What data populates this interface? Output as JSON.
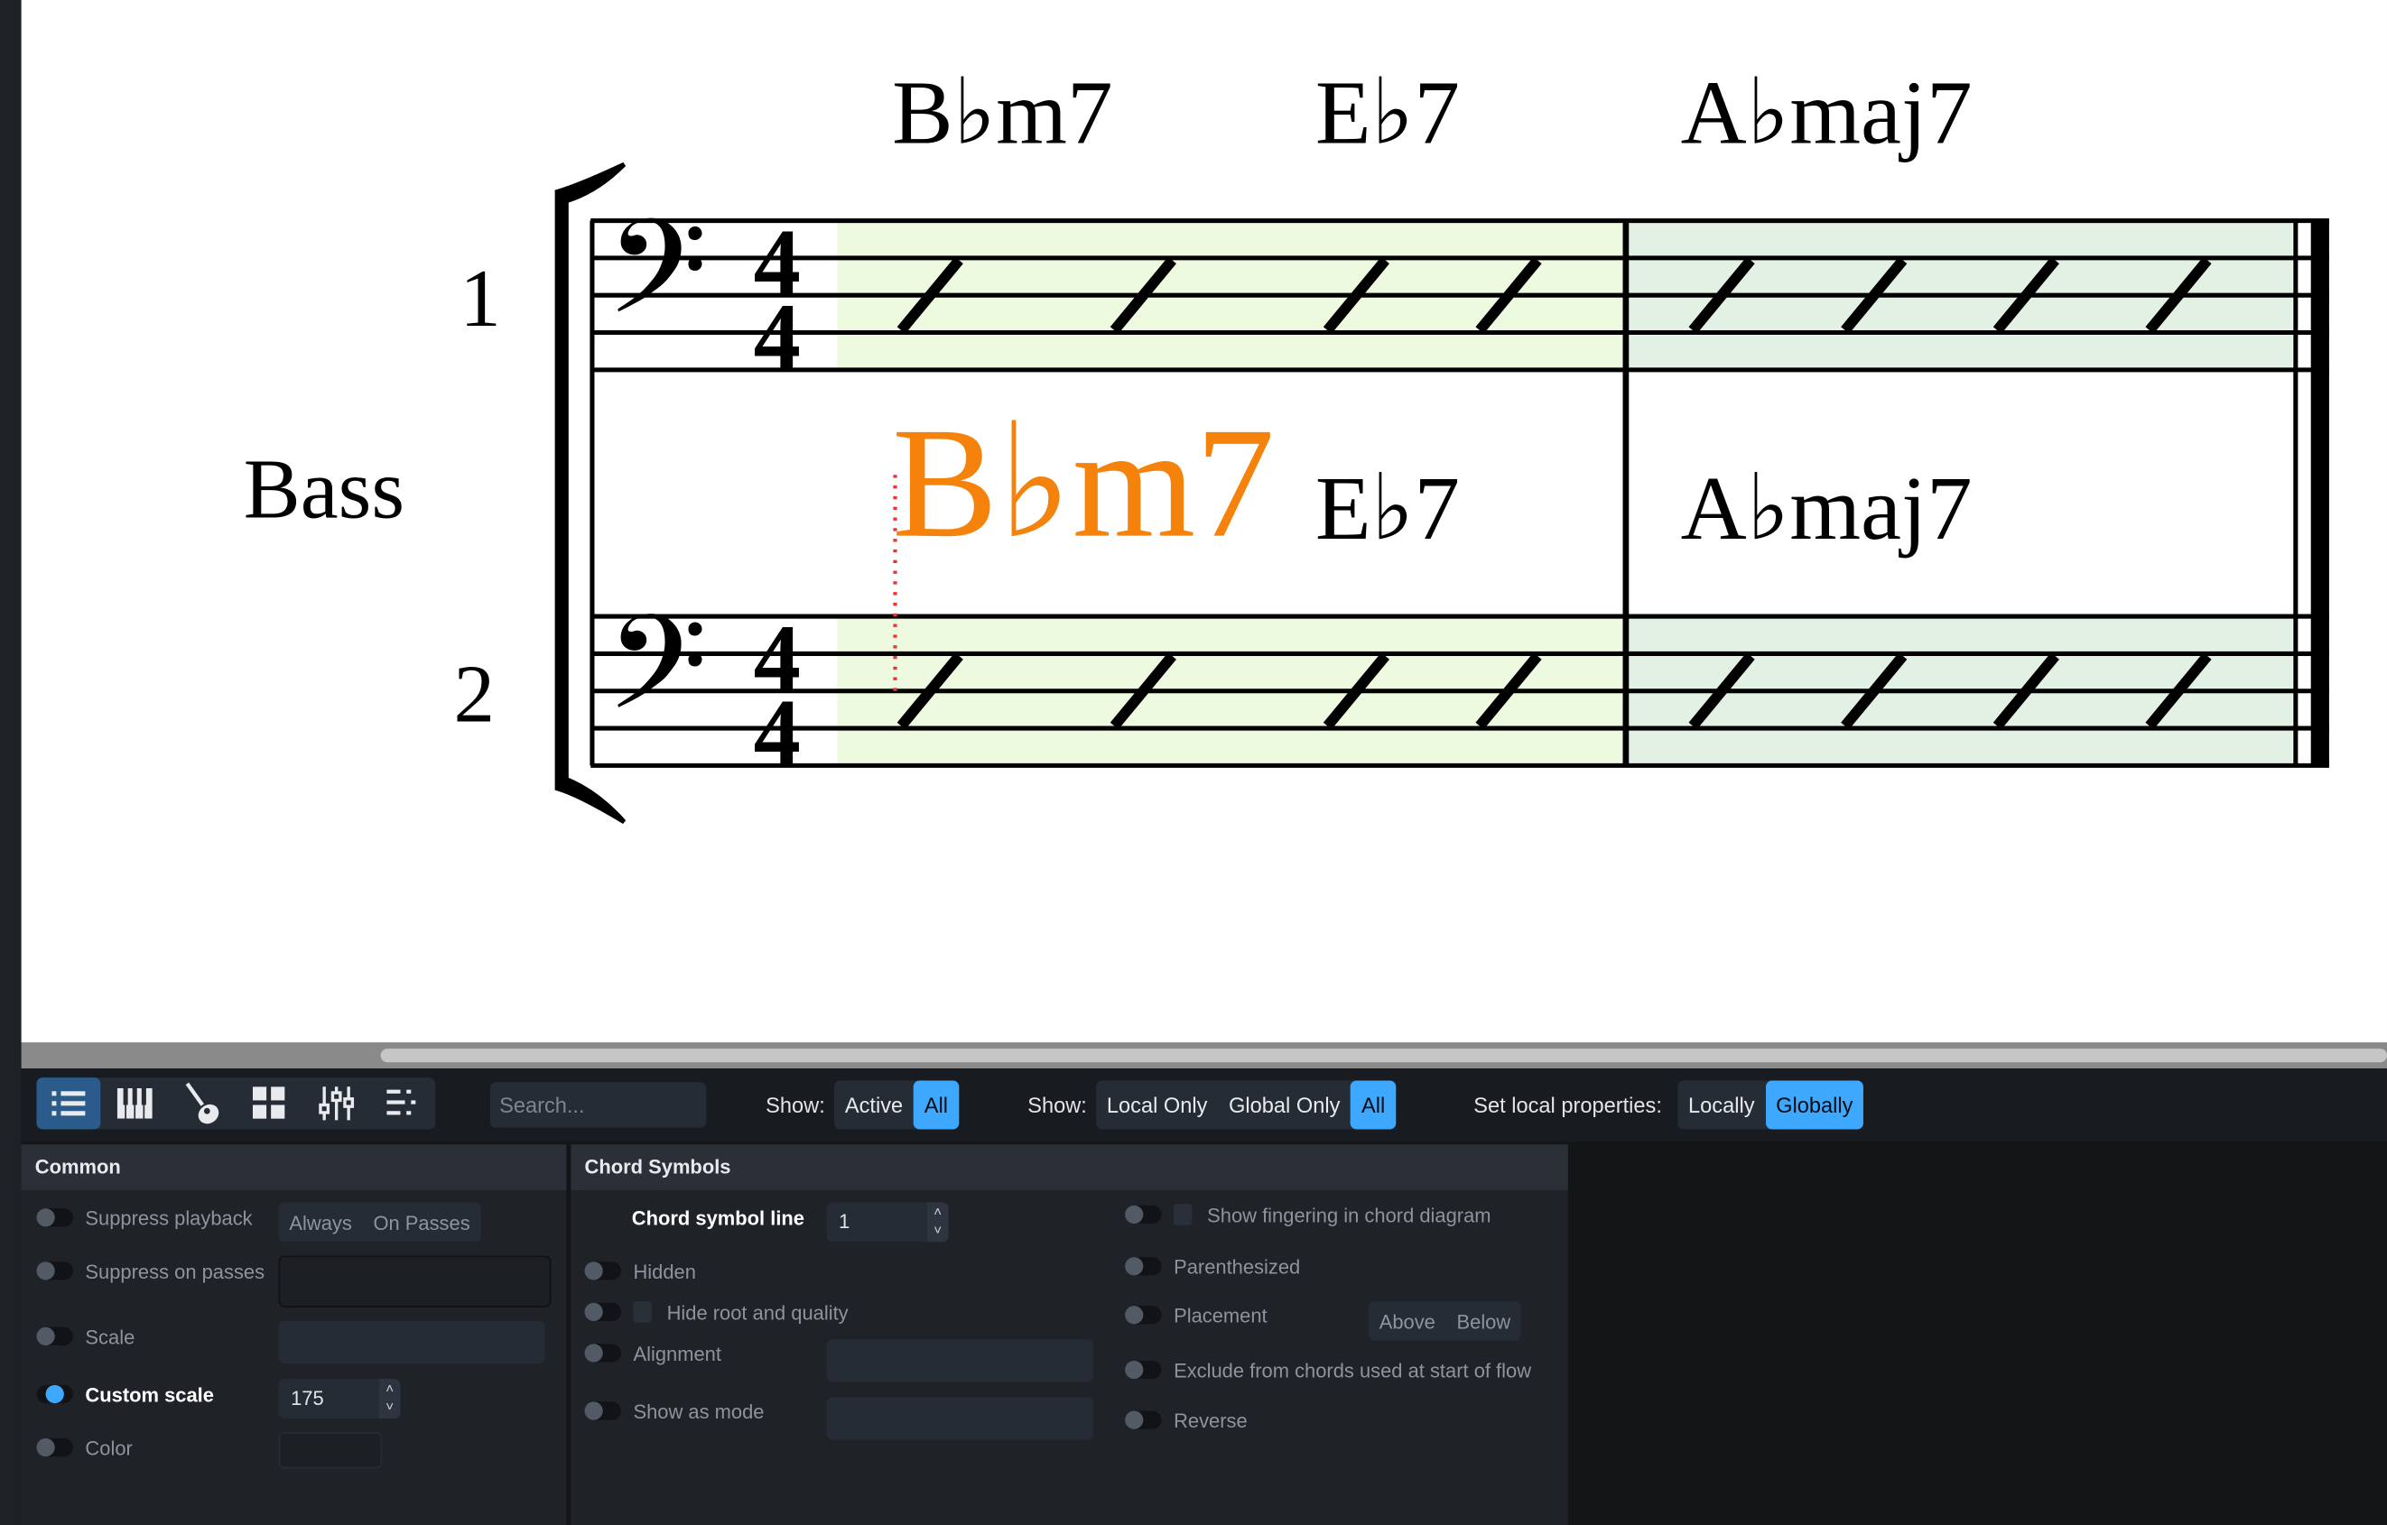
{
  "score": {
    "instrument": "Bass",
    "staff_numbers": [
      "1",
      "2"
    ],
    "time_signature": {
      "numerator": "4",
      "denominator": "4"
    },
    "chords_top": [
      "B♭m7",
      "E♭7",
      "A♭maj7"
    ],
    "chords_middle": {
      "selected": "B♭m7",
      "others": [
        "E♭7",
        "A♭maj7"
      ]
    },
    "colors": {
      "selected": "#f5820a",
      "measure1_highlight": "#eefadf",
      "measure2_highlight": "#e2f1e4"
    }
  },
  "toolbar": {
    "icons": [
      "properties-list-icon",
      "piano-icon",
      "guitar-icon",
      "grid-icon",
      "mixer-icon",
      "outline-icon"
    ],
    "search_placeholder": "Search...",
    "show1_label": "Show:",
    "show1_options": [
      "Active",
      "All"
    ],
    "show2_label": "Show:",
    "show2_options": [
      "Local Only",
      "Global Only",
      "All"
    ],
    "set_local_label": "Set local properties:",
    "set_local_options": [
      "Locally",
      "Globally"
    ],
    "accent": "#3ea8ff"
  },
  "common": {
    "title": "Common",
    "suppress_playback": "Suppress playback",
    "suppress_options": [
      "Always",
      "On Passes"
    ],
    "suppress_on_passes": "Suppress on passes",
    "scale": "Scale",
    "custom_scale": "Custom scale",
    "custom_scale_value": "175",
    "color": "Color"
  },
  "chord_symbols": {
    "title": "Chord Symbols",
    "chord_symbol_line": "Chord symbol line",
    "chord_symbol_line_value": "1",
    "hidden": "Hidden",
    "hide_root": "Hide root and quality",
    "alignment": "Alignment",
    "show_as_mode": "Show as mode",
    "show_fingering": "Show fingering in chord diagram",
    "parenthesized": "Parenthesized",
    "placement": "Placement",
    "placement_options": [
      "Above",
      "Below"
    ],
    "exclude": "Exclude from chords used at start of flow",
    "reverse": "Reverse"
  }
}
